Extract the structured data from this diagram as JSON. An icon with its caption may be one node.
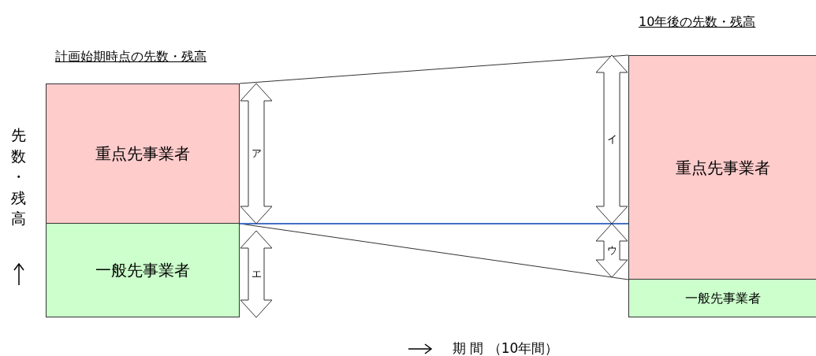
{
  "diagram": {
    "nodes": [
      {
        "text": [
          "重点先事業者"
        ]
      },
      {
        "text": [
          "一般先事業者"
        ]
      },
      {
        "text": [
          "重点先事業者"
        ]
      },
      {
        "text": [
          "一般先事業者"
        ]
      }
    ],
    "edges": [
      {
        "from": 0,
        "to": 2,
        "arrow": "none"
      },
      {
        "from": 1,
        "to": 3,
        "arrow": "none"
      },
      {
        "from": 1,
        "to": 2,
        "arrow": "none",
        "color": "#4472c4"
      }
    ],
    "labels": [
      "10年後の先数・残高",
      "計画始期時点の先数・残高",
      "先数・残高",
      "ア",
      "イ",
      "ウ",
      "エ",
      "期 間 （10年間）"
    ]
  }
}
